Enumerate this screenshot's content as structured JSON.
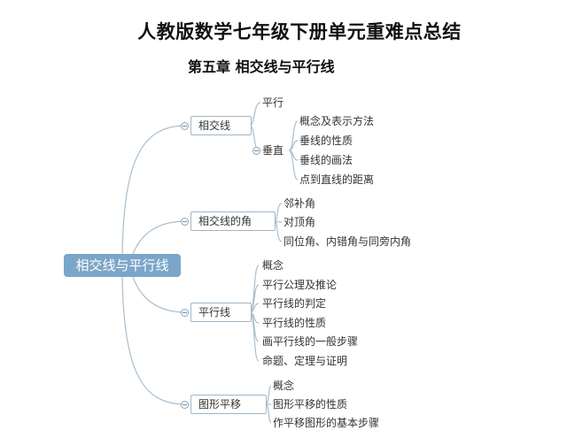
{
  "header": {
    "title": "人教版数学七年级下册单元重难点总结",
    "subtitle": "第五章  相交线与平行线"
  },
  "mindmap": {
    "root": "相交线与平行线",
    "branches": [
      {
        "label": "相交线",
        "children": [
          "平行",
          "垂直"
        ],
        "vertical_children": [
          "概念及表示方法",
          "垂线的性质",
          "垂线的画法",
          "点到直线的距离"
        ]
      },
      {
        "label": "相交线的角",
        "children": [
          "邻补角",
          "对顶角",
          "同位角、内错角与同旁内角"
        ]
      },
      {
        "label": "平行线",
        "children": [
          "概念",
          "平行公理及推论",
          "平行线的判定",
          "平行线的性质",
          "画平行线的一般步骤",
          "命题、定理与证明"
        ]
      },
      {
        "label": "图形平移",
        "children": [
          "概念",
          "图形平移的性质",
          "作平移图形的基本步骤"
        ]
      }
    ]
  }
}
